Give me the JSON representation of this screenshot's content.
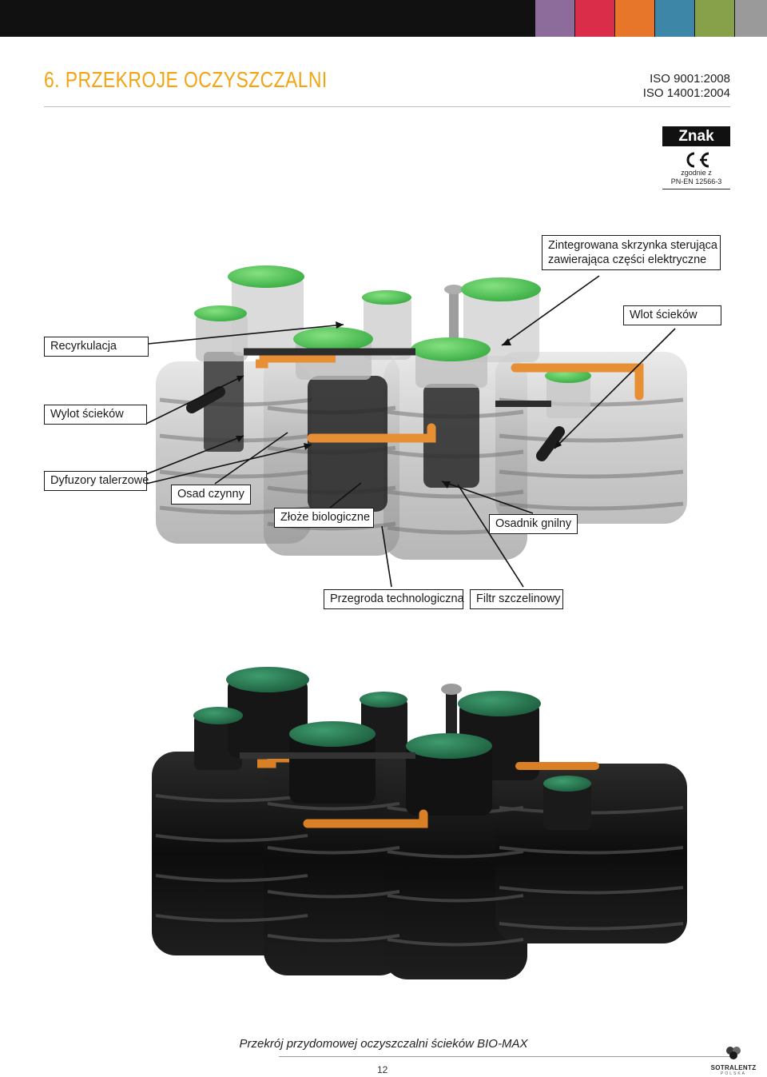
{
  "header": {
    "title": "6. PRZEKROJE OCZYSZCZALNI",
    "iso_lines": [
      "ISO 9001:2008",
      "ISO 14001:2004"
    ],
    "accent_color": "#f2a413",
    "swatch_colors": [
      "#8d6b9b",
      "#d92d4a",
      "#e8762a",
      "#3d86a8",
      "#86a14a",
      "#9a9a9a"
    ]
  },
  "certification": {
    "title": "Znak",
    "mark": "CE",
    "text_line1": "zgodnie z",
    "text_line2": "PN-EN 12566-3"
  },
  "labels": {
    "control_box_line1": "Zintegrowana skrzynka sterująca",
    "control_box_line2": "zawierająca części elektryczne",
    "inlet": "Wlot ścieków",
    "recirculation": "Recyrkulacja",
    "outlet": "Wylot ścieków",
    "diffusers": "Dyfuzory talerzowe",
    "activated_sludge": "Osad czynny",
    "biological_bed": "Złoże biologiczne",
    "septic_tank": "Osadnik gnilny",
    "partition": "Przegroda technologiczna",
    "slot_filter": "Filtr szczelinowy"
  },
  "footer": {
    "caption": "Przekrój przydomowej oczyszczalni ścieków BIO-MAX",
    "page_number": "12",
    "logo_name": "SOTRALENTZ",
    "logo_sub": "POLSKA"
  }
}
